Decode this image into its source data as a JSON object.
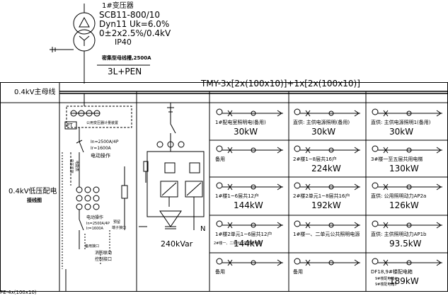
{
  "transformer": {
    "no": "1#变压器",
    "model": "SCB11-800/10",
    "conn": "Dyn11 Uk=6.0%",
    "tap": "0±2x2.5%/0.4kV",
    "ip": "IP40",
    "busway": "密集型母线槽,2500A",
    "cable": "3L+PEN"
  },
  "busbar_label": "TMY-3x[2x(100x10)]+1x[2x(100x10)]",
  "rows": {
    "bus": "0.4kV主母线",
    "system_1": "0.4kV低压配电",
    "system_2": "接线图"
  },
  "incoming": {
    "note_top": "公用变压器计量装置",
    "pt": "PT",
    "rating1": "In=2500A/4P",
    "rating2": "Ir=1600A",
    "op": "电动操作",
    "v_label": "电压监测",
    "v_label2": "电能表",
    "lower_op": "电动操作",
    "lower_rating1": "In=2500A/4P",
    "lower_rating2": "Ir=1600A",
    "reserve": "预留",
    "reserve2": "端子接口",
    "gen_if": "备用接口",
    "fire_if": "消防联动",
    "fire_if2": "控制接口"
  },
  "capacitor": {
    "capacity": "240kVar",
    "neutral": "N"
  },
  "feeders": [
    {
      "name": "1#配电室照明电(备用)",
      "load": "30kW"
    },
    {
      "name": "直供: 主供电源照明(备用)",
      "load": "30kW"
    },
    {
      "name": "直供: 主供电源照明1(备用)",
      "load": "30kW"
    },
    {
      "name": "备用",
      "load": ""
    },
    {
      "name": "2#楼1~8层共16户",
      "load": "224kW"
    },
    {
      "name": "3#楼一至五层共用电梯",
      "load": "130kW"
    },
    {
      "name": "1#楼1~6层共12户",
      "load": "144kW"
    },
    {
      "name": "2#楼2单元1~8层共16户",
      "load": "192kW"
    },
    {
      "name": "直供: 公用照明动力AP2a",
      "load": "126kW"
    },
    {
      "name": "1#楼2单元1~6层共12户",
      "load": "144kW"
    },
    {
      "name": "1#楼一、二单元公共照明电源",
      "load": ""
    },
    {
      "name": "直供: 主供照明动力AP1b",
      "load": "93.5kW"
    },
    {
      "name": "备用",
      "load": ""
    },
    {
      "name": "备用",
      "load": ""
    },
    {
      "name": "DF18,9#楼配电箱",
      "load": "189kW"
    }
  ],
  "feeder_extra": {
    "f10_line2": "2#楼一、二单元公共照明电源",
    "f15_line2": "9#楼配电箱4",
    "f15_line3": "9#楼配电箱5"
  },
  "bottom_label": "PE-4x(100x10)"
}
